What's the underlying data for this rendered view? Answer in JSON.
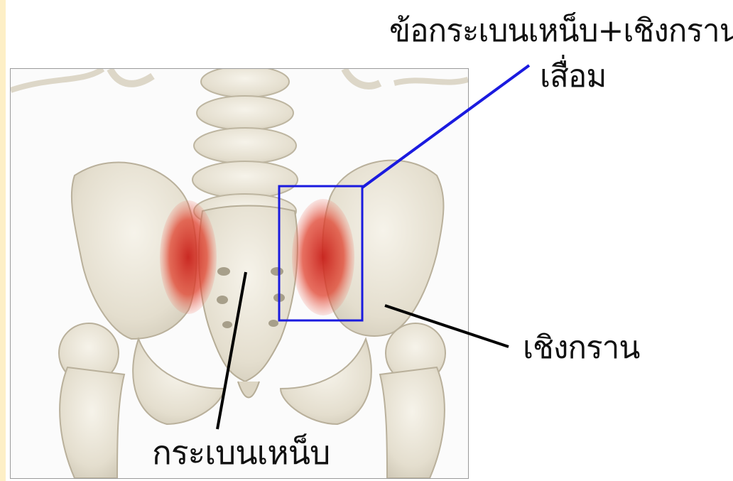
{
  "labels": {
    "joint_line1": "ข้อกระเบนเหน็บ+เชิงกราน",
    "joint_line2": "เสื่อม",
    "ilium": "เชิงกราน",
    "sacrum": "กระเบนเหน็บ"
  },
  "colors": {
    "highlight_box": "#1a1adf",
    "leader_line_blue": "#1a1adf",
    "leader_line_black": "#000000",
    "inflammation": "#d92a1e",
    "bone": "#ebe6d8",
    "left_strip": "#fdefc6"
  }
}
